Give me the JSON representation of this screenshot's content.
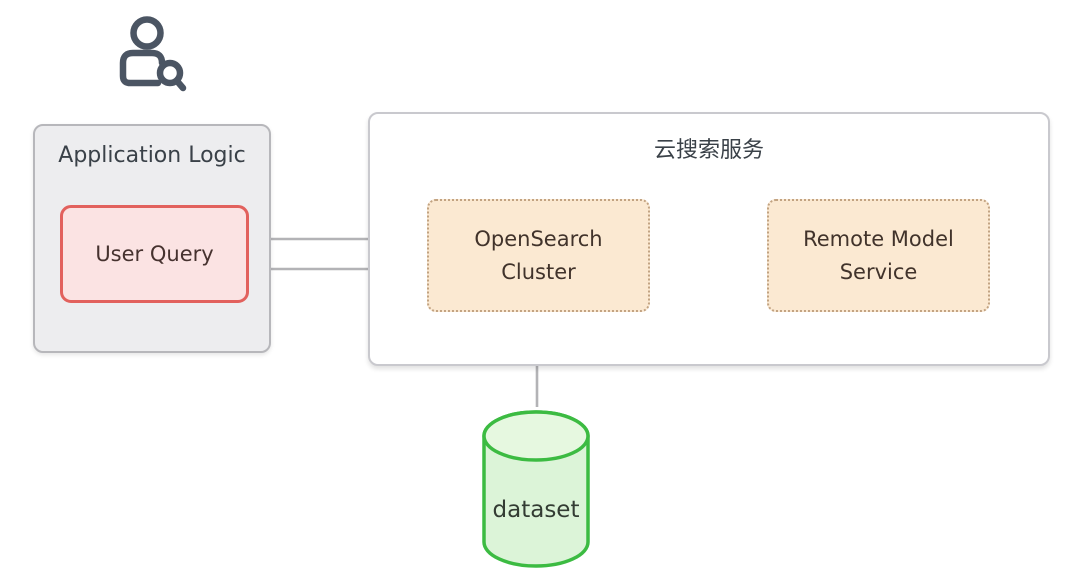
{
  "diagram": {
    "app_box": {
      "title": "Application Logic",
      "user_query_label": "User Query"
    },
    "cloud_box": {
      "title": "云搜索服务",
      "opensearch_label": "OpenSearch Cluster",
      "remote_model_label": "Remote Model Service"
    },
    "dataset_label": "dataset",
    "edges": [
      {
        "from": "User Query",
        "to": "OpenSearch Cluster",
        "direction": "right"
      },
      {
        "from": "OpenSearch Cluster",
        "to": "User Query",
        "direction": "left"
      },
      {
        "from": "OpenSearch Cluster",
        "to": "Remote Model Service",
        "direction": "right"
      },
      {
        "from": "dataset",
        "to": "OpenSearch Cluster",
        "direction": "up"
      }
    ],
    "colors": {
      "user_query_bg": "#fbe3e3",
      "user_query_border": "#e2615d",
      "service_bg": "#fbe9d2",
      "service_border": "#c2a382",
      "dataset_bg": "#dcf4d8",
      "dataset_border": "#3cbb42",
      "container_bg": "#ededef",
      "container_border": "#b7b7bb",
      "cloud_bg": "#ffffff",
      "cloud_border": "#c9c9ce",
      "arrow": "#b3b3b6",
      "icon": "#4b5563",
      "text_dark": "#3a4148"
    }
  }
}
